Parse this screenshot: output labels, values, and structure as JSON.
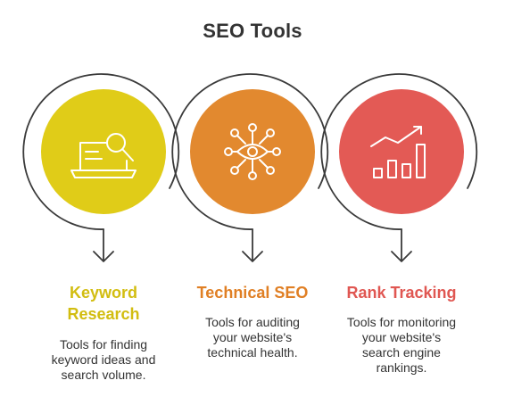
{
  "title": "SEO Tools",
  "items": [
    {
      "title_line1": "Keyword",
      "title_line2": "Research",
      "desc_line1": "Tools for finding",
      "desc_line2": "keyword ideas and",
      "desc_line3": "search volume.",
      "icon": "laptop-magnifier-icon",
      "color": "#E0CC18"
    },
    {
      "title_line1": "Technical SEO",
      "title_line2": "",
      "desc_line1": "Tools for auditing",
      "desc_line2": "your website's",
      "desc_line3": "technical health.",
      "icon": "eye-network-icon",
      "color": "#E2892F"
    },
    {
      "title_line1": "Rank Tracking",
      "title_line2": "",
      "desc_line1": "Tools for monitoring",
      "desc_line2": "your website's",
      "desc_line3": "search engine",
      "desc_line4": "rankings.",
      "icon": "rising-bar-chart-icon",
      "color": "#E35A55"
    }
  ]
}
